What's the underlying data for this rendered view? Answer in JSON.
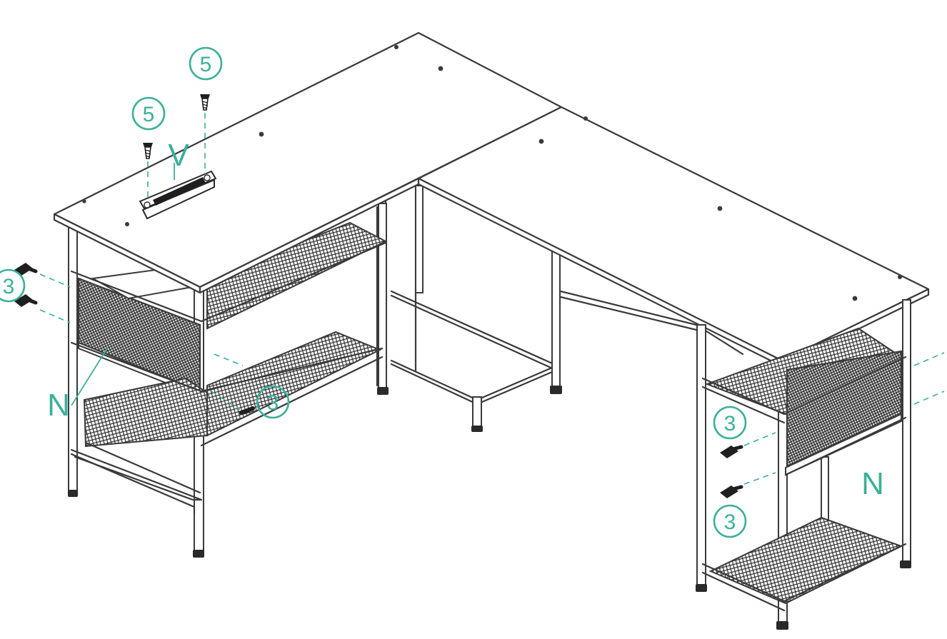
{
  "colors": {
    "accent": "#3bb09a",
    "line": "#3a3a3a",
    "mesh": "#2e2e2e"
  },
  "callouts": [
    {
      "id": "c5a",
      "text": "5"
    },
    {
      "id": "c5b",
      "text": "5"
    },
    {
      "id": "c3a",
      "text": "3"
    },
    {
      "id": "c3b",
      "text": "3"
    },
    {
      "id": "c3c",
      "text": "3"
    },
    {
      "id": "c3d",
      "text": "3"
    }
  ],
  "part_labels": {
    "bracket": "V",
    "left_drawer": "N",
    "right_drawer": "N"
  },
  "icons": [
    "screw-icon",
    "bolt-icon",
    "mesh-drawer-icon",
    "mounting-bracket-icon"
  ]
}
